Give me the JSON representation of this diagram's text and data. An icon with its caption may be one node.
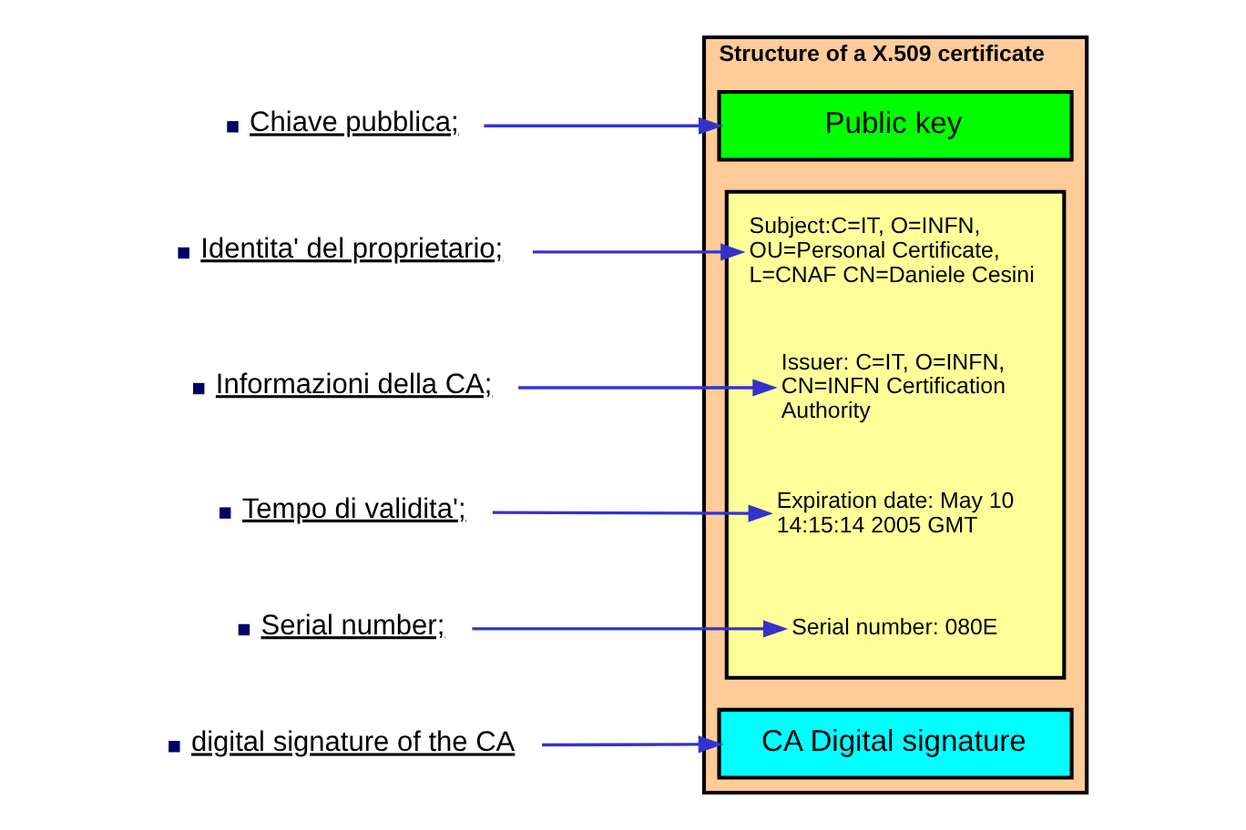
{
  "diagram": {
    "nodes": [
      {
        "text": [
          "Structure of a X.509 certificate"
        ]
      },
      {
        "text": [
          "Public key"
        ],
        "in": 0
      },
      {
        "text": [],
        "shape": "box",
        "in": 0
      },
      {
        "text": [
          "Subject:C=IT, O=INFN, OU=Personal Certificate, L=CNAF CN=Daniele Cesini"
        ],
        "in": 2
      },
      {
        "text": [
          "Issuer: C=IT, O=INFN, CN=INFN Certification Authority"
        ],
        "in": 2
      },
      {
        "text": [
          "Expiration date: May 10 14:15:14 2005 GMT"
        ],
        "in": 2
      },
      {
        "text": [
          "Serial number: 080E"
        ],
        "in": 2
      },
      {
        "text": [
          "CA Digital signature"
        ],
        "in": 0
      },
      {
        "text": [
          "Chiave pubblica;"
        ]
      },
      {
        "text": [
          "Identita' del proprietario;"
        ]
      },
      {
        "text": [
          "Informazioni della CA;"
        ]
      },
      {
        "text": [
          "Tempo di validita';"
        ]
      },
      {
        "text": [
          "Serial number;"
        ]
      },
      {
        "text": [
          "digital signature of the CA"
        ]
      }
    ],
    "edges": [
      {
        "from": 8,
        "to": 1,
        "arrow": "to"
      },
      {
        "from": 9,
        "to": 3,
        "arrow": "to"
      },
      {
        "from": 10,
        "to": 4,
        "arrow": "to"
      },
      {
        "from": 11,
        "to": 5,
        "arrow": "to"
      },
      {
        "from": 12,
        "to": 6,
        "arrow": "to"
      },
      {
        "from": 13,
        "to": 7,
        "arrow": "to"
      }
    ]
  }
}
